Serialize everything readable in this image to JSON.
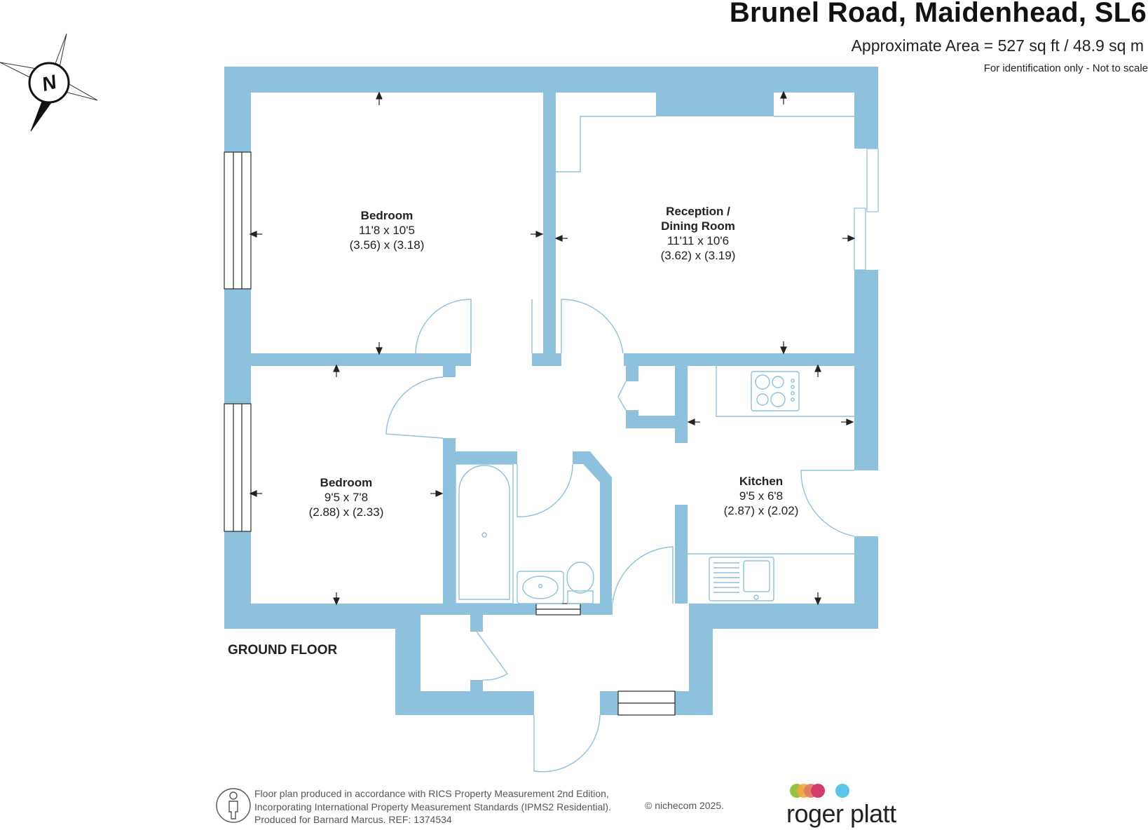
{
  "header": {
    "title": "Brunel Road, Maidenhead, SL6",
    "area": "Approximate Area = 527 sq ft / 48.9 sq m",
    "note": "For identification only - Not to scale"
  },
  "compass": {
    "letter": "N",
    "icon": "north-compass-icon"
  },
  "rooms": [
    {
      "name": "Bedroom",
      "imperial": "11'8 x 10'5",
      "metric": "(3.56) x (3.18)"
    },
    {
      "name_line1": "Reception /",
      "name_line2": "Dining Room",
      "imperial": "11'11 x 10'6",
      "metric": "(3.62) x (3.19)"
    },
    {
      "name": "Bedroom",
      "imperial": "9'5 x 7'8",
      "metric": "(2.88) x (2.33)"
    },
    {
      "name": "Kitchen",
      "imperial": "9'5 x 6'8",
      "metric": "(2.87) x (2.02)"
    }
  ],
  "floor_label": "GROUND FLOOR",
  "footer": {
    "line1": "Floor plan produced in accordance with RICS Property Measurement 2nd Edition,",
    "line2": "Incorporating International Property Measurement Standards (IPMS2 Residential).",
    "line3": "Produced for Barnard Marcus.   REF:  1374534",
    "copyright": "© nichecom 2025.",
    "icon": "person-accessibility-icon"
  },
  "brand": {
    "name": "roger platt",
    "dot_colors": [
      "#8dc63f",
      "#f7a541",
      "#e2456b",
      "#b5316a",
      "#5bc5e8"
    ]
  },
  "colors": {
    "wall": "#8dc1dd",
    "fixture_line": "#8dc1dd",
    "arrow": "#222222"
  }
}
